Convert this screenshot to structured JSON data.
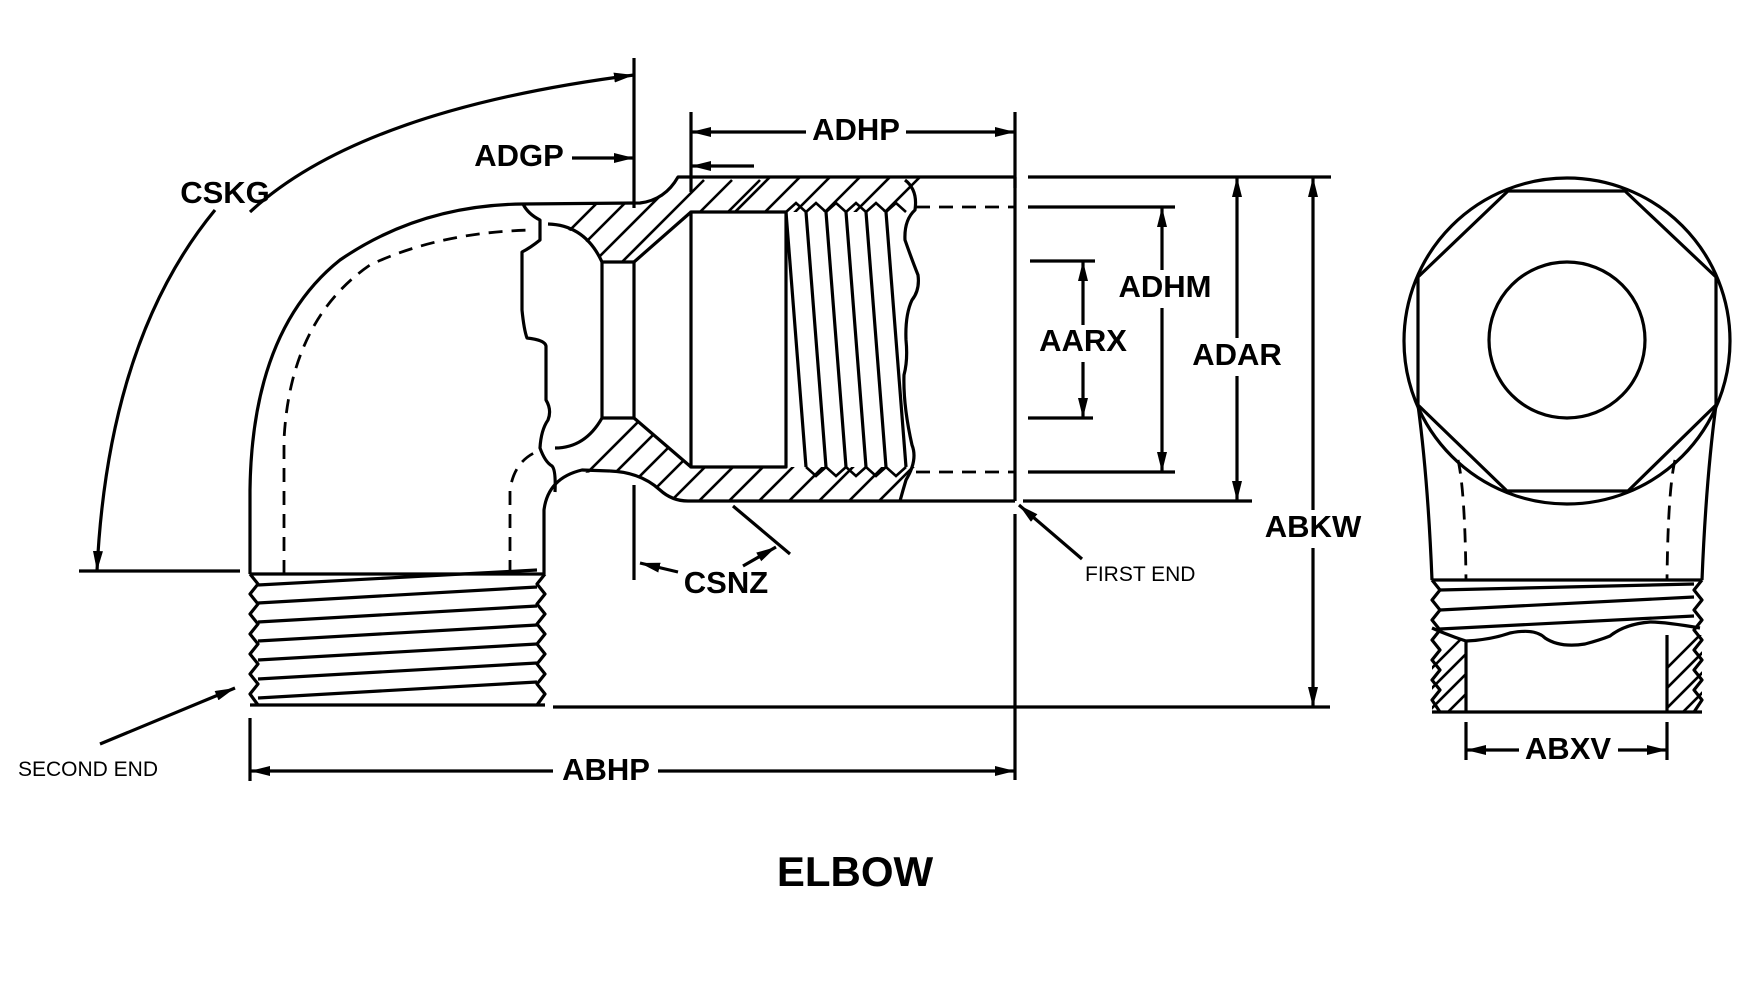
{
  "figure": {
    "title": "ELBOW",
    "notes": {
      "first_end": "FIRST END",
      "second_end": "SECOND END"
    },
    "dimensions": {
      "cskg": "CSKG",
      "adgp": "ADGP",
      "adhp": "ADHP",
      "adhm": "ADHM",
      "aarx": "AARX",
      "adar": "ADAR",
      "abkw": "ABKW",
      "csnz": "CSNZ",
      "abhp": "ABHP",
      "abxv": "ABXV"
    },
    "views": [
      "side-section-view",
      "end-view"
    ],
    "line_color": "#000000",
    "background_color": "#ffffff"
  }
}
